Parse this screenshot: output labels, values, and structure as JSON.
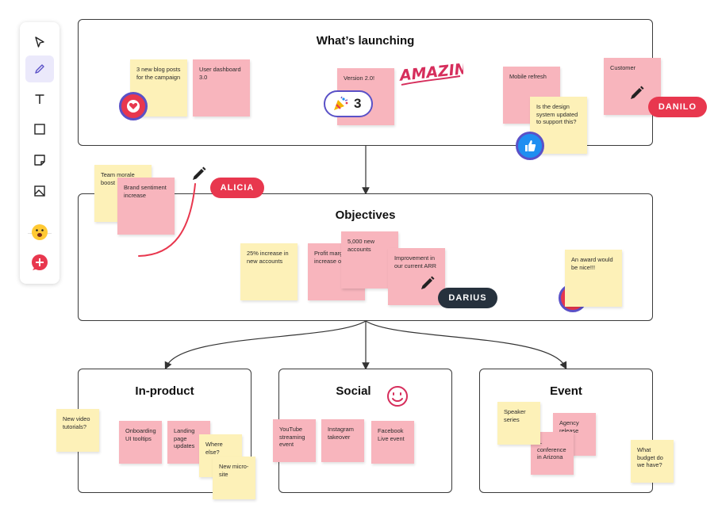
{
  "frames": {
    "launching": {
      "title": "What’s launching"
    },
    "objectives": {
      "title": "Objectives"
    },
    "inproduct": {
      "title": "In-product"
    },
    "social": {
      "title": "Social"
    },
    "event": {
      "title": "Event"
    }
  },
  "launching_notes": {
    "blog": "3 new blog posts for the campaign",
    "dashboard": "User dashboard 3.0",
    "version": "Version 2.0!",
    "mobile": "Mobile refresh",
    "design_system": "Is the design system updated to support this?",
    "customer": "Customer"
  },
  "objective_notes": {
    "morale": "Team morale boost",
    "brand": "Brand sentiment increase",
    "accounts25": "25% increase in new accounts",
    "profit": "Profit margin increase o",
    "accounts5000": "5,000 new accounts",
    "arr": "Improvement in our current ARR",
    "award": "An award would be nice!!!"
  },
  "inproduct_notes": {
    "video": "New video tutorials?",
    "onboarding": "Onboarding UI tooltips",
    "landing": "Landing page updates",
    "where": "Where else?",
    "microsite": "New micro-site"
  },
  "social_notes": {
    "youtube": "YouTube streaming event",
    "instagram": "Instagram takeover",
    "facebook": "Facebook Live event"
  },
  "event_notes": {
    "speaker": "Speaker series",
    "agency": "Agency release",
    "conference": "IL conference in Arizona",
    "budget": "What budget do we have?"
  },
  "handwriting": {
    "amazing": "AMAZING"
  },
  "reactions": {
    "party_count": "3"
  },
  "collaborators": {
    "danilo": "DANILO",
    "alicia": "ALICIA",
    "darius": "DARIUS"
  },
  "colors": {
    "accent_red": "#e8374e",
    "dark_badge": "#26313d",
    "selection_purple": "#5a51c7",
    "sticky_yellow": "#fdf1b8",
    "sticky_pink": "#f8b5bd",
    "like_blue": "#1f8ef1"
  },
  "toolbar": {
    "tools": [
      "cursor-icon",
      "pen-icon",
      "text-icon",
      "rectangle-icon",
      "sticky-note-icon",
      "image-icon",
      "emoji-icon",
      "add-icon"
    ],
    "active": "pen-icon"
  }
}
